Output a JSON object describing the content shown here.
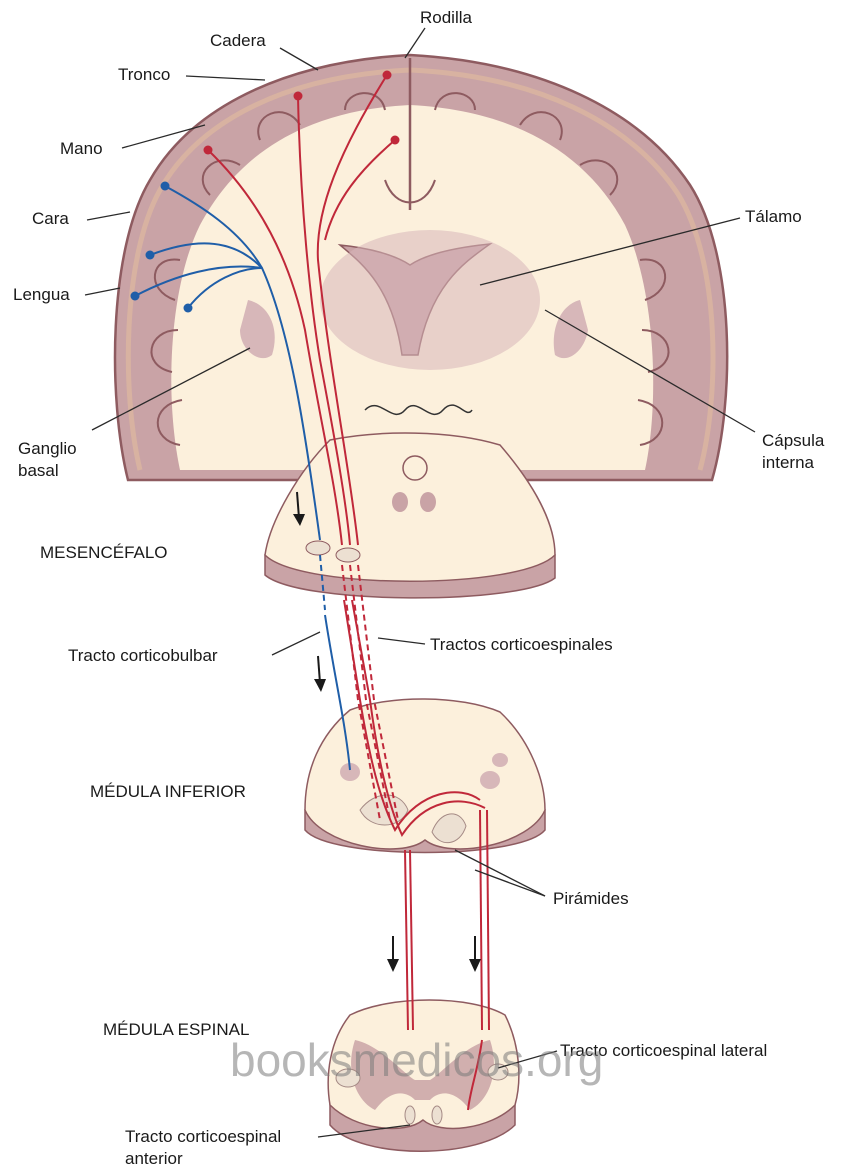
{
  "labels": {
    "rodilla": "Rodilla",
    "cadera": "Cadera",
    "tronco": "Tronco",
    "mano": "Mano",
    "cara": "Cara",
    "lengua": "Lengua",
    "talamo": "Tálamo",
    "ganglio_basal_1": "Ganglio",
    "ganglio_basal_2": "basal",
    "capsula_interna_1": "Cápsula",
    "capsula_interna_2": "interna",
    "mesencefalo": "MESENCÉFALO",
    "tracto_corticobulbar": "Tracto corticobulbar",
    "tractos_corticoespinales": "Tractos corticoespinales",
    "medula_inferior": "MÉDULA INFERIOR",
    "piramides": "Pirámides",
    "medula_espinal": "MÉDULA ESPINAL",
    "tracto_corticoespinal_lateral": "Tracto corticoespinal lateral",
    "tracto_corticoespinal_anterior_1": "Tracto corticoespinal",
    "tracto_corticoespinal_anterior_2": "anterior"
  },
  "watermark": "booksmedicos.org",
  "colors": {
    "cortex_fill": "#c9a3a6",
    "cortex_edge": "#8e5b60",
    "white_matter": "#fcf0dc",
    "tract_red": "#c0283a",
    "tract_blue": "#1f5ea8",
    "nuclei": "#d7b7b9"
  }
}
